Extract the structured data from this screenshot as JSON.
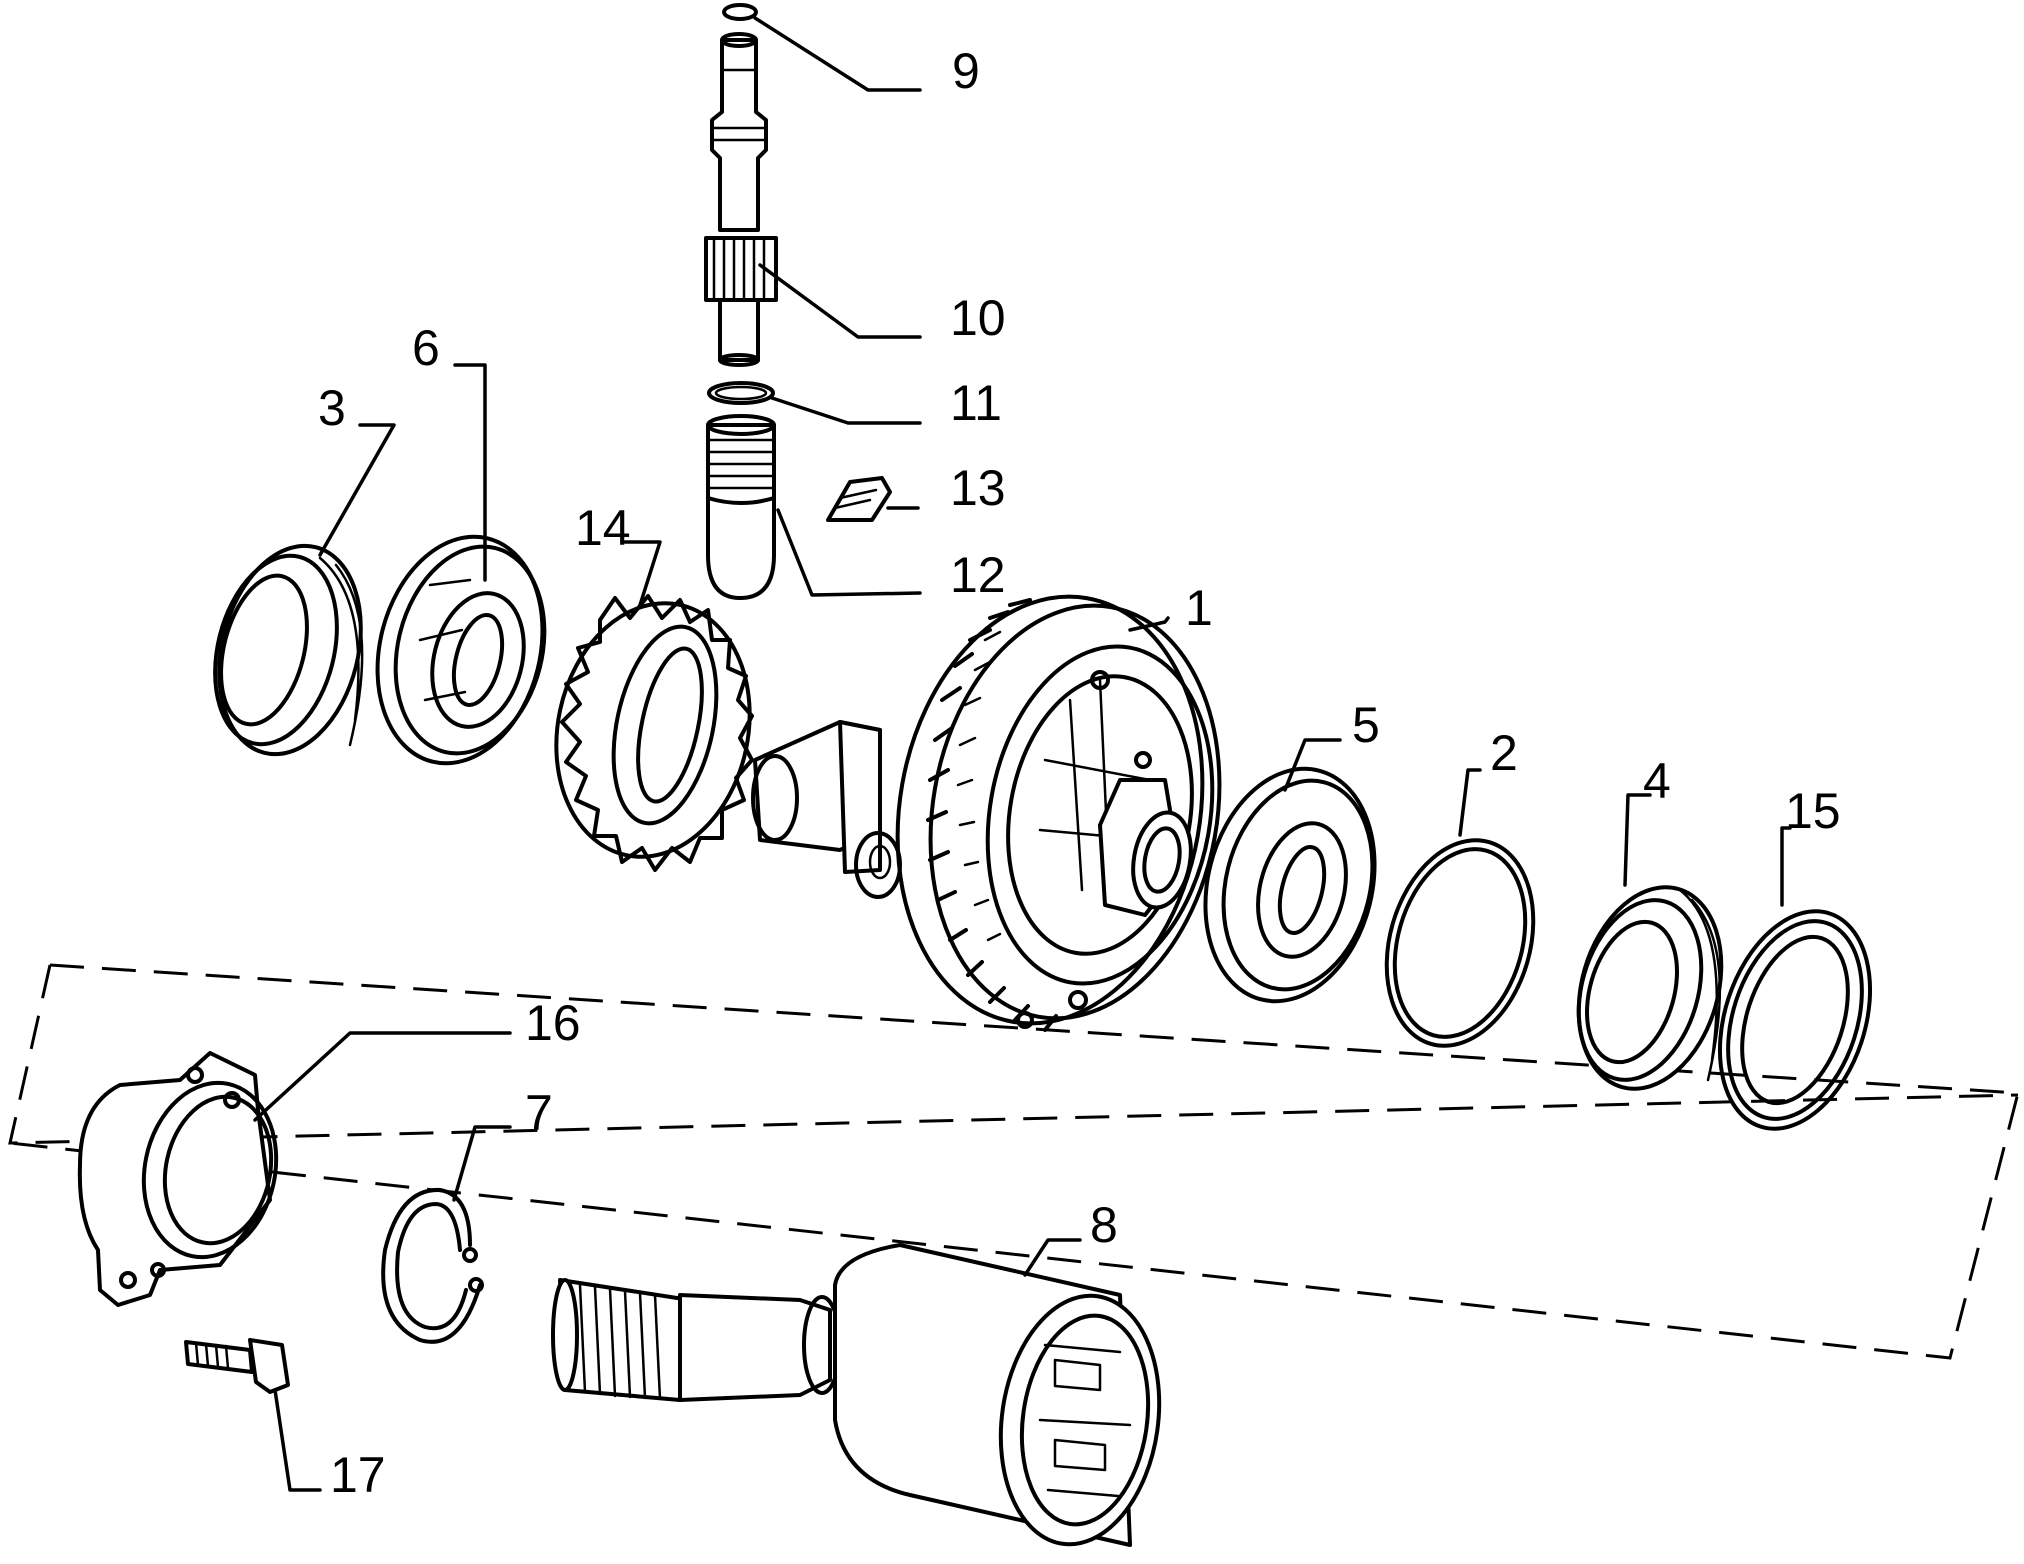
{
  "diagram": {
    "type": "exploded-parts-view",
    "callouts": [
      {
        "id": "1",
        "text": "1"
      },
      {
        "id": "2",
        "text": "2"
      },
      {
        "id": "3",
        "text": "3"
      },
      {
        "id": "4",
        "text": "4"
      },
      {
        "id": "5",
        "text": "5"
      },
      {
        "id": "6",
        "text": "6"
      },
      {
        "id": "7",
        "text": "7"
      },
      {
        "id": "8",
        "text": "8"
      },
      {
        "id": "9",
        "text": "9"
      },
      {
        "id": "10",
        "text": "10"
      },
      {
        "id": "11",
        "text": "11"
      },
      {
        "id": "12",
        "text": "12"
      },
      {
        "id": "13",
        "text": "13"
      },
      {
        "id": "14",
        "text": "14"
      },
      {
        "id": "15",
        "text": "15"
      },
      {
        "id": "16",
        "text": "16"
      },
      {
        "id": "17",
        "text": "17"
      }
    ]
  }
}
